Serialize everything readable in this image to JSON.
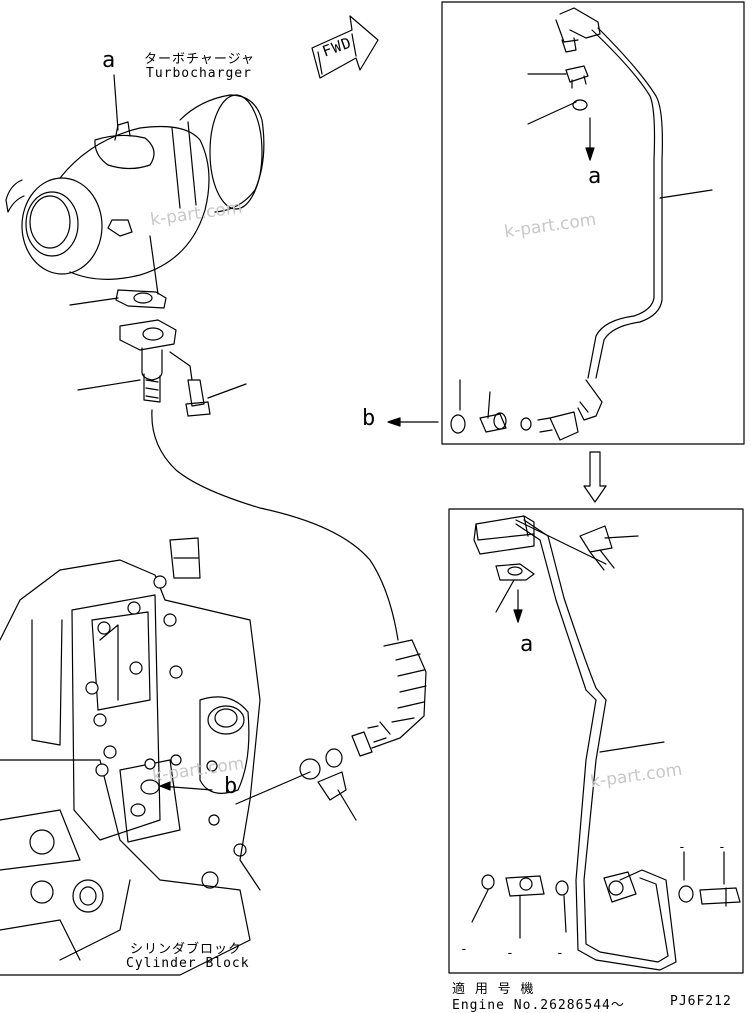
{
  "labels": {
    "turbo_jp": "ターボチャージャ",
    "turbo_en": "Turbocharger",
    "fwd": "FWD",
    "a": "a",
    "b": "b",
    "cyl_jp": "シリンダブロック",
    "cyl_en": "Cylinder Block",
    "applic_jp": "適 用 号 機",
    "engine_no": "Engine No.26286544～",
    "code": "PJ6F212",
    "dash": "-"
  },
  "watermark": "k-part.com",
  "colors": {
    "ink": "#000000",
    "watermark": "#c8c8c8",
    "background": "#ffffff"
  }
}
